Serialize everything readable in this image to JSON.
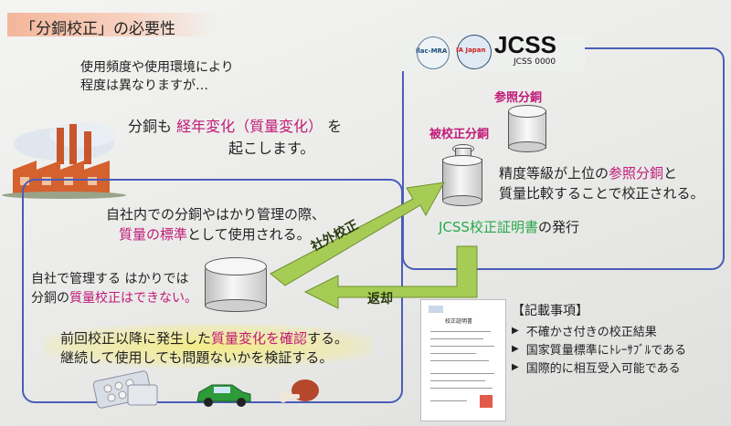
{
  "title": "「分銅校正」の必要性",
  "intro": {
    "line1": "使用頻度や使用環境により",
    "line2": "程度は異なりますが…",
    "aging_prefix": "分銅も",
    "aging_highlight": "経年変化（質量変化）",
    "aging_suffix": "を",
    "aging_line2": "起こします。"
  },
  "logos": {
    "ilac": "ilac-MRA",
    "iajapan": "IA Japan",
    "jcss": "JCSS",
    "jcss_number": "JCSS 0000"
  },
  "calibration": {
    "reference_label": "参照分銅",
    "target_label": "被校正分銅",
    "desc_line1_prefix": "精度等級が上位の",
    "desc_line1_highlight": "参照分銅",
    "desc_line1_suffix": "と",
    "desc_line2": "質量比較することで校正される。",
    "certificate_jcss": "JCSS校正証明書",
    "certificate_suffix": "の発行"
  },
  "in_house": {
    "line1": "自社内での分銅やはかり管理の際、",
    "standard_highlight": "質量の標準",
    "line2_suffix": "として使用される。",
    "scale_line1": "自社で管理する はかりでは",
    "scale_line2_prefix": "分銅の",
    "scale_line2_highlight": "質量校正はできない。",
    "bottom_line1_prefix": "前回校正以降に発生した",
    "bottom_line1_highlight": "質量変化を確認",
    "bottom_line1_suffix": "する。",
    "bottom_line2": "継続して使用しても問題ないかを検証する。"
  },
  "arrows": {
    "outgoing": "社外校正",
    "return": "返却"
  },
  "notes": {
    "heading": "【記載事項】",
    "items": [
      "不確かさ付きの校正結果",
      "国家質量標準にﾄﾚｰｻﾌﾞﾙである",
      "国際的に相互受入可能である"
    ]
  },
  "certificate": {
    "heading": "校正証明書"
  },
  "colors": {
    "frame_blue": "#4a5db8",
    "arrow_green": "#a6cc55",
    "highlight_magenta": "#c01a78",
    "jcss_green": "#2aa84a"
  }
}
